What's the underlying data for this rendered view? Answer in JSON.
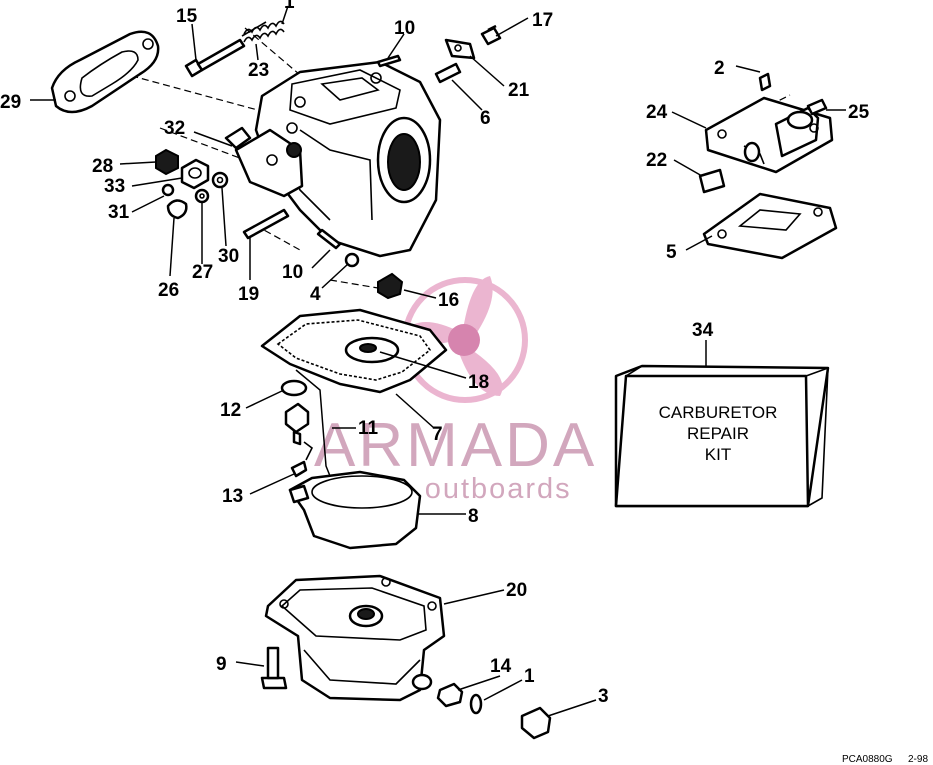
{
  "colors": {
    "ink": "#000000",
    "background": "#ffffff",
    "watermark": "#c48aa8",
    "watermark_pink": "#e8a9c8",
    "watermark_pink_dark": "#d06fa0"
  },
  "watermark": {
    "title": "ARMADA",
    "subtitle": "marine outboards",
    "logo": "propeller-logo-icon"
  },
  "kit_label": {
    "callout": "34",
    "lines": [
      "CARBURETOR",
      "REPAIR",
      "KIT"
    ]
  },
  "footer": {
    "code": "PCA0880G",
    "date": "2-98"
  },
  "callouts": [
    {
      "id": "c15",
      "label": "15"
    },
    {
      "id": "c1a",
      "label": "1"
    },
    {
      "id": "c10a",
      "label": "10"
    },
    {
      "id": "c17",
      "label": "17"
    },
    {
      "id": "c29",
      "label": "29"
    },
    {
      "id": "c23",
      "label": "23"
    },
    {
      "id": "c21",
      "label": "21"
    },
    {
      "id": "c6",
      "label": "6"
    },
    {
      "id": "c32",
      "label": "32"
    },
    {
      "id": "c28",
      "label": "28"
    },
    {
      "id": "c33",
      "label": "33"
    },
    {
      "id": "c31",
      "label": "31"
    },
    {
      "id": "c26",
      "label": "26"
    },
    {
      "id": "c27",
      "label": "27"
    },
    {
      "id": "c30",
      "label": "30"
    },
    {
      "id": "c19",
      "label": "19"
    },
    {
      "id": "c10b",
      "label": "10"
    },
    {
      "id": "c4",
      "label": "4"
    },
    {
      "id": "c16",
      "label": "16"
    },
    {
      "id": "c2",
      "label": "2"
    },
    {
      "id": "c24",
      "label": "24"
    },
    {
      "id": "c25",
      "label": "25"
    },
    {
      "id": "c22",
      "label": "22"
    },
    {
      "id": "c5",
      "label": "5"
    },
    {
      "id": "c18",
      "label": "18"
    },
    {
      "id": "c12",
      "label": "12"
    },
    {
      "id": "c11",
      "label": "11"
    },
    {
      "id": "c7",
      "label": "7"
    },
    {
      "id": "c13",
      "label": "13"
    },
    {
      "id": "c8",
      "label": "8"
    },
    {
      "id": "c20",
      "label": "20"
    },
    {
      "id": "c9",
      "label": "9"
    },
    {
      "id": "c14",
      "label": "14"
    },
    {
      "id": "c1b",
      "label": "1"
    },
    {
      "id": "c3",
      "label": "3"
    }
  ]
}
